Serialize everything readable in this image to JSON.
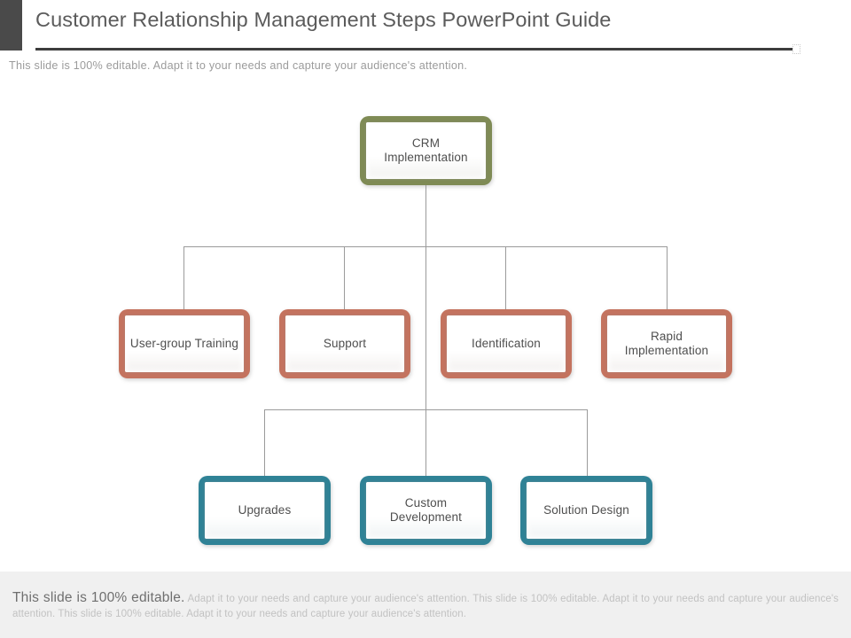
{
  "header": {
    "title": "Customer Relationship Management Steps PowerPoint Guide",
    "subtitle": "This slide is 100% editable. Adapt it to your needs and capture your audience's attention.",
    "accent_color": "#4a4a4a",
    "rule_color": "#3d3d3d",
    "title_color": "#5b5b5b",
    "subtitle_color": "#9b9b9b"
  },
  "diagram": {
    "type": "org-chart",
    "colors": {
      "root": "#7f8b55",
      "level2": "#c4735f",
      "level3": "#2f8296",
      "connector": "#9b9b9b",
      "node_fill": "#fdfdfd",
      "label": "#4e4e4e"
    },
    "root": {
      "label": "CRM Implementation"
    },
    "level2": [
      {
        "label": "User-group Training"
      },
      {
        "label": "Support"
      },
      {
        "label": "Identification"
      },
      {
        "label": "Rapid Implementation"
      }
    ],
    "level3": [
      {
        "label": "Upgrades"
      },
      {
        "label": "Custom Development"
      },
      {
        "label": "Solution Design"
      }
    ]
  },
  "footer": {
    "lead": "This slide is 100% editable.",
    "body": "Adapt it to your needs and capture your audience's attention. This slide is 100% editable. Adapt it to your needs and capture your audience's attention. This slide is 100% editable. Adapt it to your needs and capture your audience's attention.",
    "background": "#f0f0f0"
  }
}
